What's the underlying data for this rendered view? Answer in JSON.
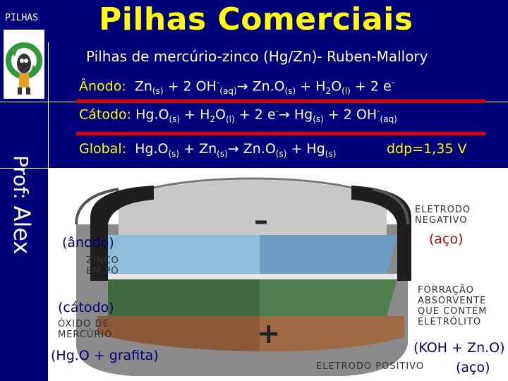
{
  "corner_label": "PILHAS",
  "title": "Pilhas Comerciais",
  "subtitle": "Pilhas de mercúrio-zinco (Hg/Zn)- Ruben-Mallory",
  "anode": {
    "label": "Ânodo:",
    "t1": "Zn",
    "s1": "(s)",
    "t2": " + 2 OH",
    "sp1": "-",
    "s2": "(aq)",
    "arrow": "→",
    "t3": " Zn.O",
    "s3": "(s)",
    "t4": " + H",
    "s4": "2",
    "t5": "O",
    "s5": "(l)",
    "t6": " + 2 e",
    "sp2": "-"
  },
  "cathode": {
    "label": "Cátodo:",
    "t1": "Hg.O",
    "s1": "(s)",
    "t2": " + H",
    "s2": "2",
    "t3": "O",
    "s3": "(l)",
    "t4": " + 2 e",
    "sp1": "-",
    "arrow": "→",
    "t5": " Hg",
    "s4": "(s)",
    "t6": " + 2 OH",
    "sp2": "-",
    "s5": "(aq)"
  },
  "global": {
    "label": "Global:",
    "t1": "Hg.O",
    "s1": "(s)",
    "t2": " + Zn",
    "s2": "(s)",
    "arrow": "→",
    "t3": " Zn.O",
    "s3": "(s)",
    "t4": " + Hg",
    "s4": "(s)",
    "ddp": "ddp=1,35 V"
  },
  "prof": {
    "prefix": "Prof:",
    "name": "Alex"
  },
  "figure": {
    "anode_ann": "(ânodo)",
    "anode_caption": [
      "ZINCO",
      "EM PÓ"
    ],
    "cathode_ann": "(cátodo)",
    "cathode_caption": [
      "ÓXIDO DE",
      "MERCÚRIO"
    ],
    "cathode_comp": "(Hg.O + grafita)",
    "neg_caption": [
      "ELETRODO",
      "NEGATIVO"
    ],
    "neg_material": "(aço)",
    "lining_caption": [
      "FORRAÇÃO",
      "ABSORVENTE",
      "QUE CONTÉM",
      "ELETRÓLITO"
    ],
    "electrolyte_comp": "(KOH + Zn.O)",
    "pos_caption": "ELETRODO POSITIVO",
    "pos_material": "(aço)",
    "minus": "–",
    "plus": "+"
  },
  "colors": {
    "background": "#00007a",
    "title": "#ffff00",
    "rule": "#e00000",
    "annotation": "#00007a",
    "annotation_red": "#c00000"
  }
}
